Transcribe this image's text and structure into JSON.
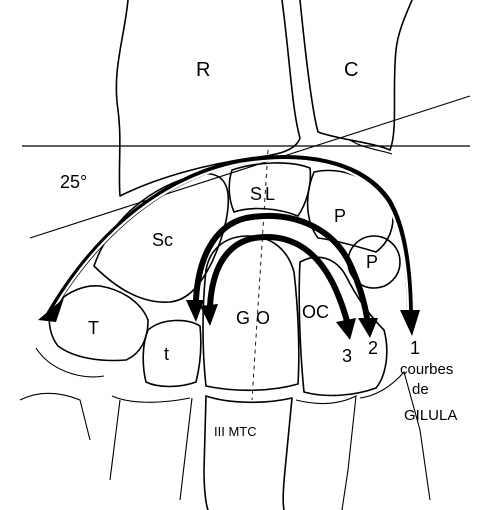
{
  "labels": {
    "radius": "R",
    "ulna": "C",
    "angle": "25°",
    "scaphoid": "Sc",
    "lunate": "SL",
    "triquetrum": "P",
    "pisiform": "P",
    "trapezium": "T",
    "trapezoid": "t",
    "capitate": "GO",
    "hamate": "OC",
    "third_metacarpal": "III MTC"
  },
  "arcs": {
    "arc1_number": "1",
    "arc2_number": "2",
    "arc3_number": "3",
    "legend_line1": "courbes",
    "legend_line2": "de",
    "legend_line3": "GILULA"
  }
}
